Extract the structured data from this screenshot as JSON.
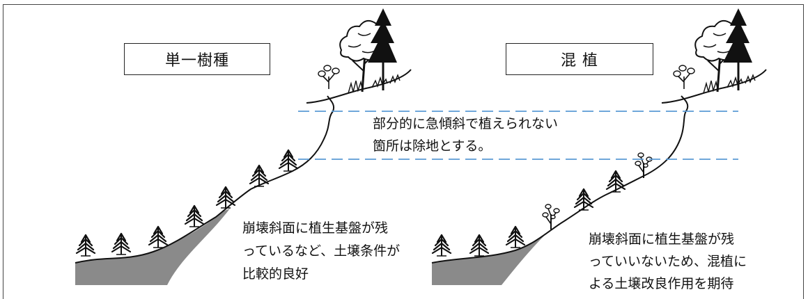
{
  "left_panel": {
    "title": "単一樹種",
    "caption": "崩壊斜面に植生基盤が残\nっているなど、土壌条件が\n比較的良好"
  },
  "right_panel": {
    "title": "混 植",
    "caption": "崩壊斜面に植生基盤が残\nっていいないため、混植に\nよる土壌改良作用を期待"
  },
  "center_note": "部分的に急傾斜で植えられない\n箇所は除地とする。",
  "colors": {
    "guide_line": "#5b9bd5",
    "soil": "#8a8a8a",
    "ink": "#111111"
  }
}
